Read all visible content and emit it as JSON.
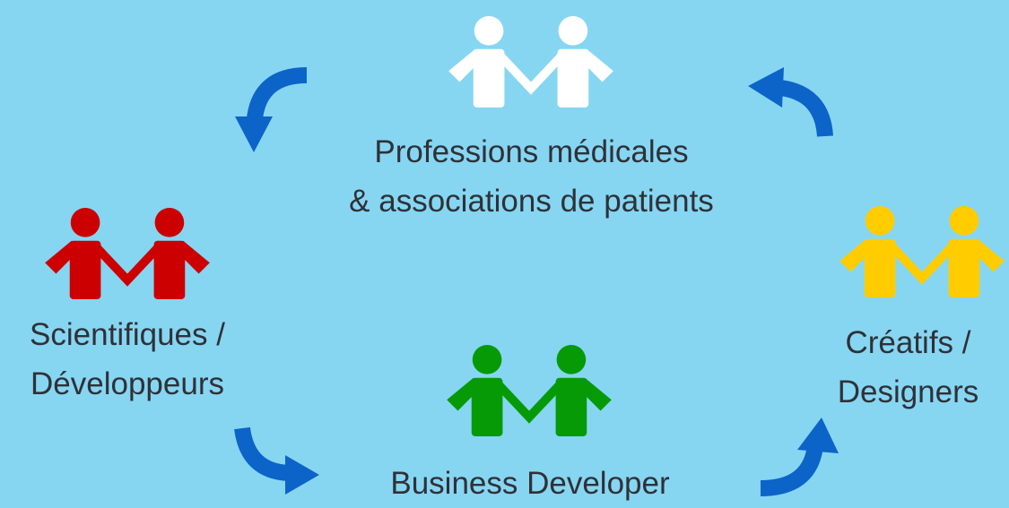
{
  "groups": [
    {
      "id": "medical",
      "line1": "Professions médicales",
      "line2": "& associations de patients",
      "color": "#ffffff"
    },
    {
      "id": "scientists",
      "line1": "Scientifiques /",
      "line2": "Développeurs",
      "color": "#cc0000"
    },
    {
      "id": "business",
      "line1": "Business Developer",
      "line2": "",
      "color": "#079a07"
    },
    {
      "id": "creatives",
      "line1": "Créatifs /",
      "line2": "Designers",
      "color": "#ffcc00"
    }
  ],
  "arrow_color": "#0c64c8",
  "icons": {
    "people": "two-people-holding-hands-icon",
    "arrow": "curved-arrow-icon"
  }
}
